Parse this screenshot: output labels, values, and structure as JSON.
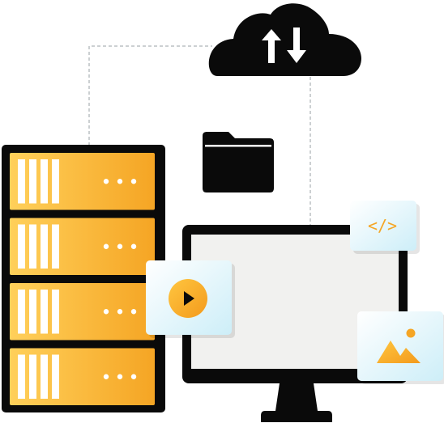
{
  "illustration": {
    "elements": [
      "cloud-upload-download",
      "folder",
      "server-rack",
      "desktop-monitor",
      "video-card",
      "code-card",
      "image-card"
    ],
    "server": {
      "units": 4
    },
    "code_card": {
      "glyph": "</>"
    }
  },
  "colors": {
    "ink": "#0a0a0a",
    "accent_light": "#ffd05a",
    "accent_dark": "#f5a524",
    "screen": "#f1f1ef",
    "card_light": "#ffffff",
    "card_tint": "#cdeef8",
    "connector": "#9aa0a6"
  },
  "icons": {
    "cloud": "cloud-upload-download-icon",
    "folder": "folder-icon",
    "play": "play-icon",
    "code": "code-icon",
    "image": "image-icon"
  }
}
